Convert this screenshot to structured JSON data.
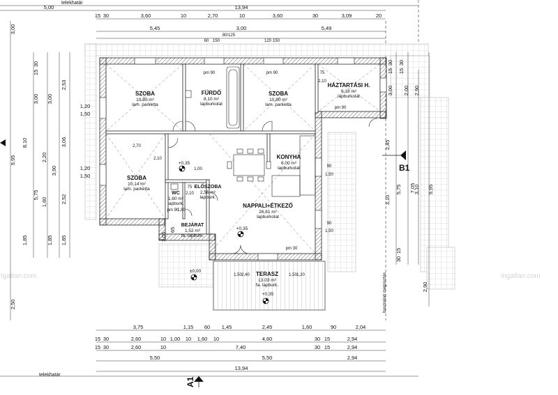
{
  "plot_label": "telekhatár",
  "section_labels": {
    "a": "A1",
    "b": "B1"
  },
  "watermark": "ingatlan.com",
  "shared_use_label": "használati megosztás",
  "rooms": {
    "szoba_nw": {
      "name": "SZOBA",
      "area": "10,80 m²",
      "surface": "lam. parketta"
    },
    "furdo": {
      "name": "FÜRDŐ",
      "area": "8,10 m²",
      "surface": "lapburkolat"
    },
    "szoba_n": {
      "name": "SZOBA",
      "area": "10,80 m²",
      "surface": "lam. parketta"
    },
    "haztartasi": {
      "name": "HÁZTARTÁSI H.",
      "area": "6,18 m²",
      "surface": "lapburkolat"
    },
    "szoba_w": {
      "name": "SZOBA",
      "area": "10,14 m²",
      "surface": "lam. parketta"
    },
    "konyha": {
      "name": "KONYHA",
      "area": "6,00 m²",
      "surface": "lapburkolat"
    },
    "wc": {
      "name": "WC",
      "area": "1,60 m²",
      "surface": "lapburk."
    },
    "eloszoba": {
      "name": "ELŐSZOBA",
      "area": "2,56 m²",
      "surface": "lapburk."
    },
    "nappali": {
      "name": "NAPPALI+ÉTKEZŐ",
      "area": "26,61 m²",
      "surface": "lapburkolat"
    },
    "bejarat": {
      "name": "BEJÁRAT",
      "area": "1,52 m²",
      "surface": "fa. lapburk."
    },
    "terasz": {
      "name": "TERASZ",
      "area": "13,03 m²",
      "surface": "fa. lapburk."
    }
  },
  "levels": {
    "main": "+0,35",
    "ground": "±0,00",
    "terrace": "+0,35"
  },
  "dims_top": {
    "overall": "13,94",
    "left_offset": "5,00",
    "row1": [
      "15",
      "30",
      "3,60",
      "10",
      "2,70",
      "10",
      "3,60",
      "30",
      "3,09",
      "20"
    ],
    "row2": [
      "5,45",
      "3,00",
      "5,49"
    ],
    "window": [
      "60",
      "150",
      "80/125",
      "120",
      "150"
    ]
  },
  "dims_bottom": {
    "row1": [
      "3,75",
      "1,15",
      "60",
      "1,45",
      "2,45",
      "1,60",
      "90",
      "2,04"
    ],
    "row2": [
      "15",
      "30",
      "2,60",
      "10",
      "1,00",
      "10",
      "1,60",
      "10",
      "4,60",
      "30",
      "15",
      "2,94"
    ],
    "row3": [
      "15",
      "30",
      "2,60",
      "10",
      "7,40",
      "30",
      "15",
      "2,94"
    ],
    "row4": [
      "5,50",
      "5,50",
      "2,94"
    ],
    "overall": "13,94"
  },
  "dims_left": {
    "outer": [
      "9,95",
      "2,50"
    ],
    "a": [
      "3,00",
      "8,10",
      "5,75",
      "1,85"
    ],
    "b": [
      "3,00",
      "3,00",
      "2,20",
      "3,90",
      "1,60",
      "1,85"
    ],
    "c": [
      "30",
      "15",
      "2,53",
      "3,06",
      "2,52",
      "1,85"
    ],
    "d": [
      "1,20",
      "1,50",
      "1,20",
      "1,50",
      "65",
      "1,05"
    ]
  },
  "dims_right": {
    "a": [
      "30",
      "15",
      "3,00",
      "3,10",
      "5,75",
      "15",
      "30"
    ],
    "b": [
      "30",
      "15",
      "2,00",
      "7,05",
      "2,45"
    ],
    "c": [
      "2,90",
      "9,95",
      "2,90"
    ],
    "d": [
      "2,45",
      "3,10"
    ]
  },
  "interior_dims": {
    "pm90": "pm 90",
    "pm30": "pm 30",
    "d210": "2,10",
    "d270": "2,70",
    "d75": "75",
    "d90": "90",
    "d120": "1,20",
    "d150": "1,50",
    "d240": "2,40",
    "d180": "1,80",
    "d100": "1,00"
  }
}
